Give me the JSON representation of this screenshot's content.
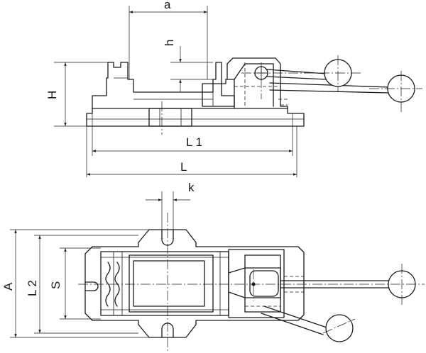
{
  "drawing": {
    "dimension_labels": {
      "a": "a",
      "h": "h",
      "H": "H",
      "L1": "L 1",
      "L": "L",
      "k": "k",
      "A": "A",
      "L2": "L 2",
      "S": "S"
    },
    "colors": {
      "line": "#1a1a1a",
      "background": "#ffffff"
    }
  }
}
